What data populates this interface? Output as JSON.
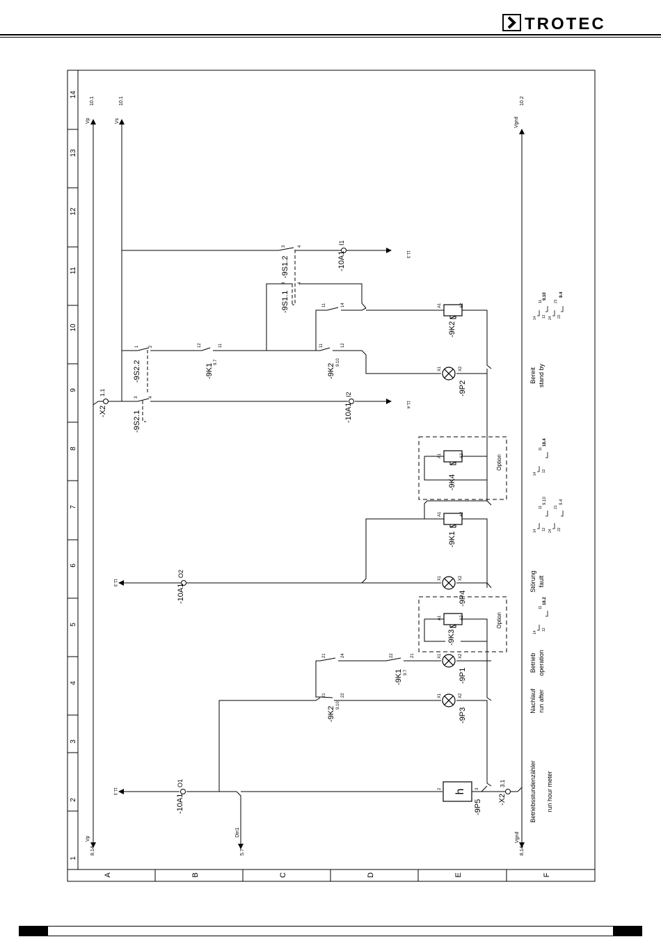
{
  "brand": {
    "name": "TROTEC"
  },
  "rows": [
    "A",
    "B",
    "C",
    "D",
    "E",
    "F"
  ],
  "columns": [
    "1",
    "2",
    "3",
    "4",
    "5",
    "6",
    "7",
    "8",
    "9",
    "10",
    "11",
    "12",
    "13",
    "14"
  ],
  "rails": {
    "vp_top": "Vp",
    "vp_top_ref": "10.1",
    "vs_top": "Vs",
    "vs_top_ref": "10.1",
    "vgnd_top": "Vgnd",
    "vgnd_top_ref": "10.2",
    "vp_bottom": "Vp",
    "vp_bottom_ref": "8.14",
    "vgnd_bottom": "Vgnd",
    "vgnd_bottom_ref": "8.14",
    "din1": "Din1",
    "din1_ref": "5.7"
  },
  "components": {
    "x2_top": "-X2",
    "x2_top_pin": "1.1",
    "x2_bottom": "-X2",
    "x2_bottom_pin": "3.1",
    "s1_1": "-9S1.1",
    "s1_2": "-9S1.2",
    "s2_1": "-9S2.1",
    "s2_2": "-9S2.2",
    "k1": "-9K1",
    "k1_ref": "9.7",
    "k2": "-9K2",
    "k2_ref": "9.10",
    "k3": "-9K3",
    "k4": "-9K4",
    "p1": "-9P1",
    "p2": "-9P2",
    "p3": "-9P3",
    "p4": "-9P4",
    "p5": "-9P5",
    "a1": "-10A1",
    "hour_meter_symbol": "h",
    "io_i1": "I1",
    "io_i2": "I2",
    "io_o1": "O1",
    "io_o2": "O2",
    "ref_11_3": "11.3",
    "ref_11_4": "11.4"
  },
  "pins": {
    "n1": "1",
    "n2": "2",
    "n3": "3",
    "n4": "4",
    "n11": "11",
    "n12": "12",
    "n14": "14",
    "n21": "21",
    "n22": "22",
    "n24": "24",
    "x1": "X1",
    "x2": "X2",
    "a1": "A1",
    "a2": "A2"
  },
  "options": {
    "label": "Option"
  },
  "legend": {
    "bereit": "Bereit",
    "stand_by": "stand by",
    "stoerung": "Störung",
    "fault": "fault",
    "betrieb": "Betrieb",
    "operation": "operation",
    "nachlauf": "Nachlauf",
    "run_after": "run after",
    "betriebsstunden": "Betriebsstundenzähler",
    "run_hour_meter": "run hour meter"
  },
  "xrefs": {
    "k2_r1": "9.10",
    "k2_r2": "9.4",
    "k4_r1": "18.4",
    "k1_r1": "9.10",
    "k1_r2": "9.4",
    "k3_r1": "18.2"
  }
}
